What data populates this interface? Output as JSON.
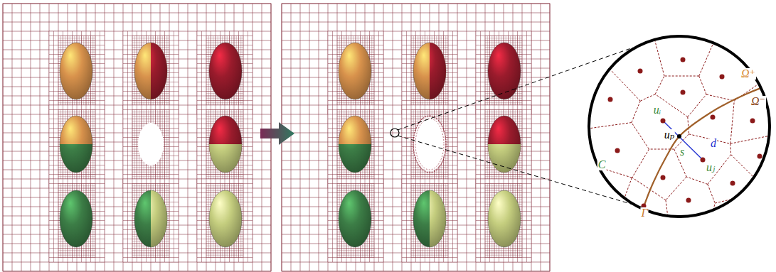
{
  "diagram": {
    "labels": [
      "Ω⁺",
      "Ω⁻",
      "uᵢ",
      "uₚ",
      "d",
      "s",
      "uⱼ",
      "C",
      "Γ"
    ]
  }
}
